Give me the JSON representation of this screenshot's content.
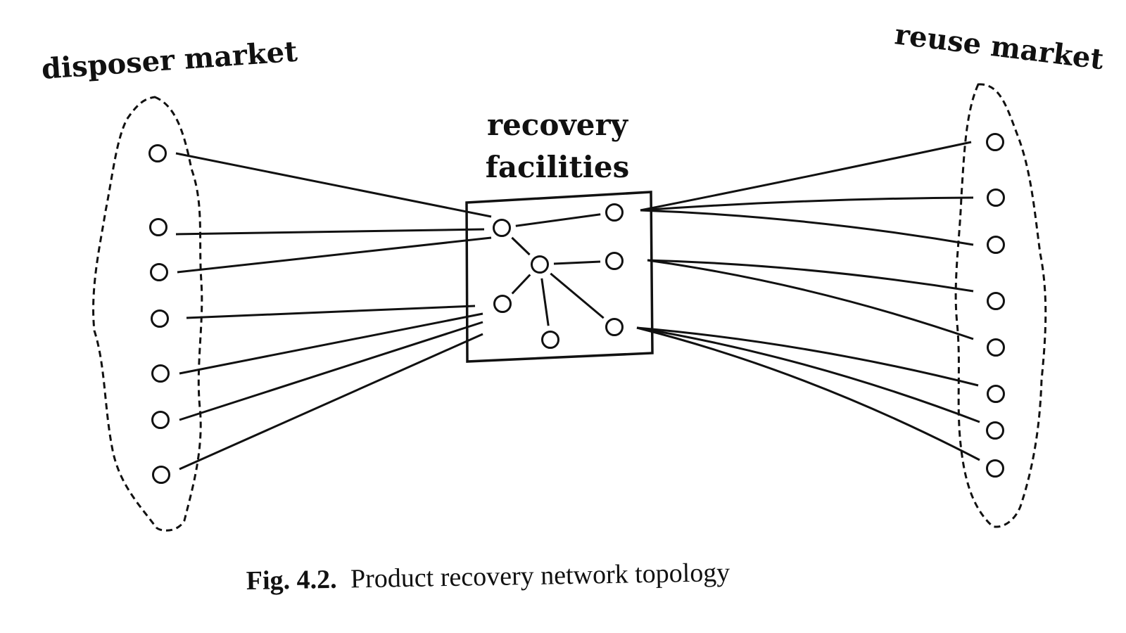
{
  "diagram": {
    "groups": {
      "disposer": {
        "label": "disposer market",
        "node_count": 7
      },
      "recovery": {
        "label_line1": "recovery",
        "label_line2": "facilities",
        "node_count": 7
      },
      "reuse": {
        "label": "reuse market",
        "node_count": 8
      }
    },
    "caption": {
      "prefix": "Fig. 4.2.",
      "text": "Product recovery network topology"
    },
    "colors": {
      "ink": "#111111",
      "background": "#ffffff"
    }
  }
}
